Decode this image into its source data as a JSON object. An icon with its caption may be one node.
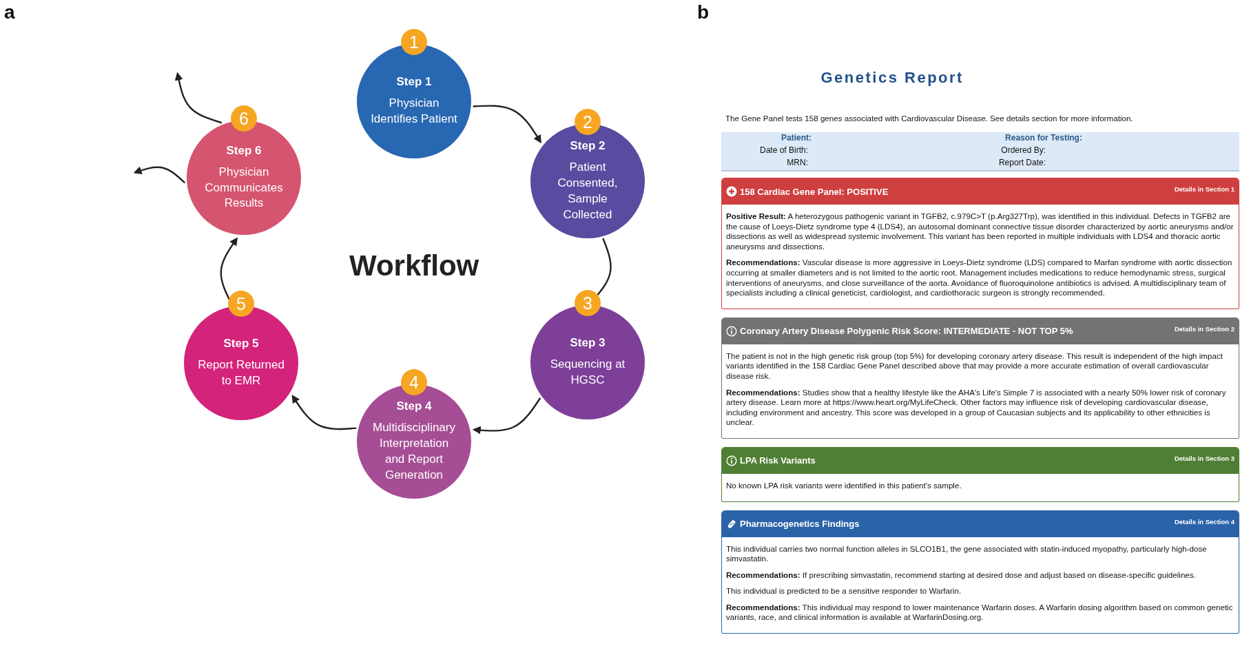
{
  "diagram": {
    "nodes": [
      {
        "text": [
          "1",
          "Step 1",
          "Physician Identifies Patient"
        ]
      },
      {
        "text": [
          "2",
          "Step 2",
          "Patient Consented, Sample Collected"
        ]
      },
      {
        "text": [
          "3",
          "Step 3",
          "Sequencing at HGSC"
        ]
      },
      {
        "text": [
          "4",
          "Step 4",
          "Multidisciplinary Interpretation and Report Generation"
        ]
      },
      {
        "text": [
          "5",
          "Step 5",
          "Report Returned to EMR"
        ]
      },
      {
        "text": [
          "6",
          "Step 6",
          "Physician Communicates Results"
        ]
      },
      {
        "text": [
          "Patient:",
          "Reason for Testing:",
          "Date of Birth:",
          "Ordered By:",
          "MRN:",
          "Report Date:"
        ]
      },
      {
        "text": [
          "158 Cardiac Gene Panel: POSITIVE",
          "Details in Section 1",
          "**Positive Result:** A heterozygous pathogenic variant in TGFB2, c.979C>T (p.Arg327Trp), was identified in this individual. Defects in TGFB2 are the cause of Loeys-Dietz syndrome type 4 (LDS4), an autosomal dominant connective tissue disorder characterized by aortic aneurysms and/or dissections as well as widespread systemic involvement. This variant has been reported in multiple individuals with LDS4 and thoracic aortic aneurysms and dissections.",
          "**Recommendations:** Vascular disease is more aggressive in Loeys-Dietz syndrome (LDS) compared to Marfan syndrome with aortic dissection occurring at smaller diameters and is not limited to the aortic root. Management includes medications to reduce hemodynamic stress, surgical interventions of aneurysms, and close surveillance of the aorta. Avoidance of fluoroquinolone antibiotics is advised. A multidisciplinary team of specialists including a clinical geneticist, cardiologist, and cardiothoracic surgeon is strongly recommended."
        ]
      },
      {
        "text": [
          "Coronary Artery Disease Polygenic Risk Score: INTERMEDIATE - NOT TOP 5%",
          "Details in Section 2",
          "The patient is not in the high genetic risk group (top 5%) for developing coronary artery disease. This result is independent of the high impact variants identified in the 158 Cardiac Gene Panel described above that may provide a more accurate estimation of overall cardiovascular disease risk.",
          "**Recommendations:** Studies show that a healthy lifestyle like the AHA's Life's Simple 7 is associated with a nearly 50% lower risk of coronary artery disease. Learn more at https://www.heart.org/MyLifeCheck. Other factors may influence risk of developing cardiovascular disease, including environment and ancestry. This score was developed in a group of Caucasian subjects and its applicability to other ethnicities is unclear."
        ]
      },
      {
        "text": [
          "LPA Risk Variants",
          "Details in Section 3",
          "No known LPA risk variants were identified in this patient's sample."
        ]
      },
      {
        "text": [
          "Pharmacogenetics Findings",
          "Details in Section 4",
          "This individual carries two normal function alleles in SLCO1B1, the gene associated with statin-induced myopathy, particularly high-dose simvastatin.",
          "**Recommendations:** If prescribing simvastatin, recommend starting at desired dose and adjust based on disease-specific guidelines.",
          "This individual is predicted to be a sensitive responder to Warfarin.",
          "**Recommendations:** This individual may respond to lower maintenance Warfarin doses. A Warfarin dosing algorithm based on common genetic variants, race, and clinical information is available at WarfarinDosing.org."
        ]
      }
    ],
    "edges": [
      {
        "from": 0,
        "to": 1,
        "arrow": "to"
      },
      {
        "from": 1,
        "to": 2,
        "arrow": "to"
      },
      {
        "from": 2,
        "to": 3,
        "arrow": "to"
      },
      {
        "from": 3,
        "to": 4,
        "arrow": "to"
      },
      {
        "from": 4,
        "to": 5,
        "arrow": "to"
      },
      {
        "from": 5,
        "to": null,
        "arrow": "to"
      },
      {
        "from": 5,
        "to": null,
        "arrow": "to"
      }
    ],
    "title": "Workflow",
    "labels": [
      "a",
      "b",
      "Genetics Report",
      "The Gene Panel tests 158 genes associated with Cardiovascular Disease. See details section for more information."
    ]
  }
}
